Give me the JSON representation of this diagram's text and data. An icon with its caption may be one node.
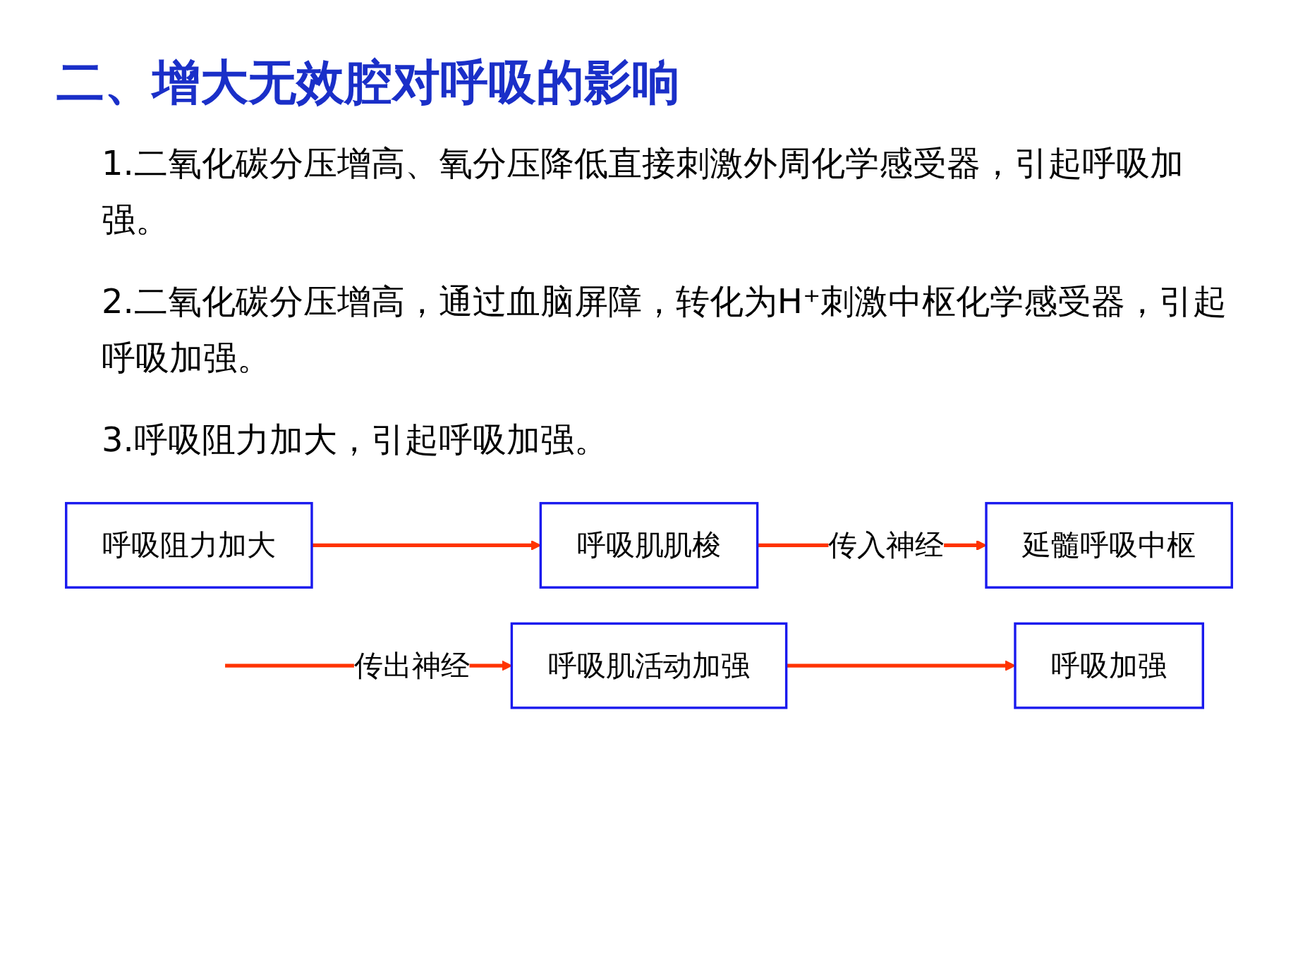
{
  "diagram": {
    "title": "二、增大无效腔对呼吸的影响",
    "nodes": [
      {
        "text": [
          "呼吸阻力加大"
        ]
      },
      {
        "text": [
          "呼吸肌肌梭"
        ]
      },
      {
        "text": [
          "延髓呼吸中枢"
        ]
      },
      {
        "text": [
          "呼吸肌活动加强"
        ]
      },
      {
        "text": [
          "呼吸加强"
        ]
      }
    ],
    "edges": [
      {
        "from": 0,
        "to": 1,
        "arrow": "to"
      },
      {
        "from": 1,
        "to": 2,
        "arrow": "to",
        "label": "传入神经"
      },
      {
        "from": null,
        "to": 3,
        "arrow": "to",
        "label": "传出神经"
      },
      {
        "from": 3,
        "to": 4,
        "arrow": "to"
      }
    ],
    "labels": [
      "1.二氧化碳分压增高、氧分压降低直接刺激外周化学感受器，引起呼吸加强。",
      "2.二氧化碳分压增高，通过血脑屏障，转化为H⁺刺激中枢化学感受器，引起呼吸加强。",
      "3.呼吸阻力加大，引起呼吸加强。"
    ]
  }
}
